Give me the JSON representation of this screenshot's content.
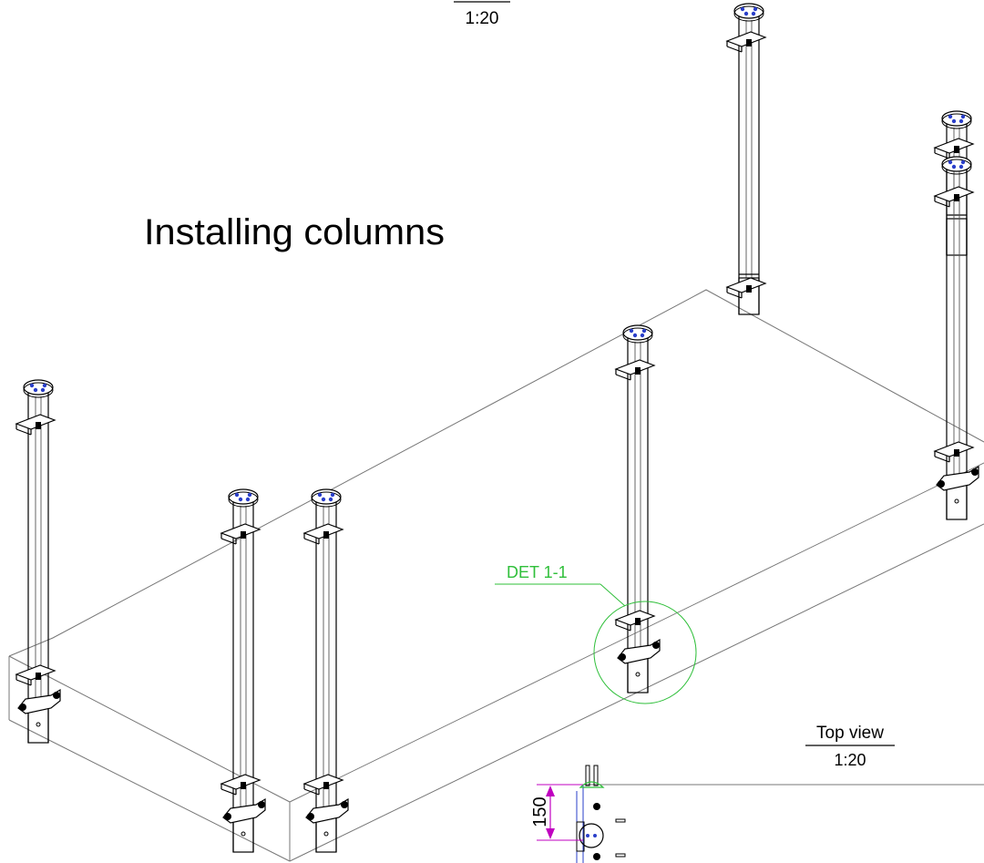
{
  "title": "Installing columns",
  "top_scale": "1:20",
  "detail_label": "DET 1-1",
  "top_view": {
    "title": "Top view",
    "scale": "1:20",
    "dimension": "150"
  },
  "colors": {
    "detail": "#2fbf3a",
    "dimension": "#c000c0",
    "line": "#000000",
    "slab": "#777777",
    "cap": "#2a3fc9"
  }
}
